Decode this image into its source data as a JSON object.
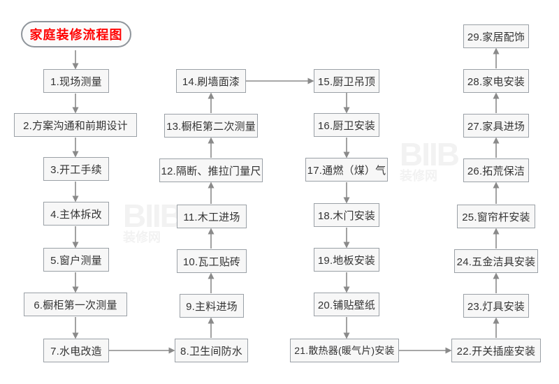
{
  "diagram": {
    "title": "家庭装修流程图",
    "title_color": "#ff0000",
    "box_fill": "#f7f7f7",
    "box_border": "#9aa0a6",
    "arrow_color": "#8a8a8a",
    "watermark": "BIIB.cn 装修网",
    "nodes": [
      {
        "id": "n1",
        "label": "1.现场测量"
      },
      {
        "id": "n2",
        "label": "2.方案沟通和前期设计"
      },
      {
        "id": "n3",
        "label": "3.开工手续"
      },
      {
        "id": "n4",
        "label": "4.主体拆改"
      },
      {
        "id": "n5",
        "label": "5.窗户测量"
      },
      {
        "id": "n6",
        "label": "6.橱柜第一次测量"
      },
      {
        "id": "n7",
        "label": "7.水电改造"
      },
      {
        "id": "n8",
        "label": "8.卫生间防水"
      },
      {
        "id": "n9",
        "label": "9.主料进场"
      },
      {
        "id": "n10",
        "label": "10.瓦工贴砖"
      },
      {
        "id": "n11",
        "label": "11.木工进场"
      },
      {
        "id": "n12",
        "label": "12.隔断、推拉门量尺"
      },
      {
        "id": "n13",
        "label": "13.橱柜第二次测量"
      },
      {
        "id": "n14",
        "label": "14.刷墙面漆"
      },
      {
        "id": "n15",
        "label": "15.厨卫吊顶"
      },
      {
        "id": "n16",
        "label": "16.厨卫安装"
      },
      {
        "id": "n17",
        "label": "17.通燃（煤）气"
      },
      {
        "id": "n18",
        "label": "18.木门安装"
      },
      {
        "id": "n19",
        "label": "19.地板安装"
      },
      {
        "id": "n20",
        "label": "20.铺贴壁纸"
      },
      {
        "id": "n21",
        "label": "21.散热器(暖气片)安装"
      },
      {
        "id": "n22",
        "label": "22.开关插座安装"
      },
      {
        "id": "n23",
        "label": "23.灯具安装"
      },
      {
        "id": "n24",
        "label": "24.五金洁具安装"
      },
      {
        "id": "n25",
        "label": "25.窗帘杆安装"
      },
      {
        "id": "n26",
        "label": "26.拓荒保洁"
      },
      {
        "id": "n27",
        "label": "27.家具进场"
      },
      {
        "id": "n28",
        "label": "28.家电安装"
      },
      {
        "id": "n29",
        "label": "29.家居配饰"
      }
    ],
    "edges": [
      {
        "from": "title",
        "to": "n1",
        "dir": "down"
      },
      {
        "from": "n1",
        "to": "n2",
        "dir": "down"
      },
      {
        "from": "n2",
        "to": "n3",
        "dir": "down"
      },
      {
        "from": "n3",
        "to": "n4",
        "dir": "down"
      },
      {
        "from": "n4",
        "to": "n5",
        "dir": "down"
      },
      {
        "from": "n5",
        "to": "n6",
        "dir": "down"
      },
      {
        "from": "n6",
        "to": "n7",
        "dir": "down"
      },
      {
        "from": "n7",
        "to": "n8",
        "dir": "right"
      },
      {
        "from": "n8",
        "to": "n9",
        "dir": "up"
      },
      {
        "from": "n9",
        "to": "n10",
        "dir": "up"
      },
      {
        "from": "n10",
        "to": "n11",
        "dir": "up"
      },
      {
        "from": "n11",
        "to": "n12",
        "dir": "up"
      },
      {
        "from": "n12",
        "to": "n13",
        "dir": "up"
      },
      {
        "from": "n13",
        "to": "n14",
        "dir": "up"
      },
      {
        "from": "n14",
        "to": "n15",
        "dir": "right"
      },
      {
        "from": "n15",
        "to": "n16",
        "dir": "down"
      },
      {
        "from": "n16",
        "to": "n17",
        "dir": "down"
      },
      {
        "from": "n17",
        "to": "n18",
        "dir": "down"
      },
      {
        "from": "n18",
        "to": "n19",
        "dir": "down"
      },
      {
        "from": "n19",
        "to": "n20",
        "dir": "down"
      },
      {
        "from": "n20",
        "to": "n21",
        "dir": "down"
      },
      {
        "from": "n21",
        "to": "n22",
        "dir": "right"
      },
      {
        "from": "n22",
        "to": "n23",
        "dir": "up"
      },
      {
        "from": "n23",
        "to": "n24",
        "dir": "up"
      },
      {
        "from": "n24",
        "to": "n25",
        "dir": "up"
      },
      {
        "from": "n25",
        "to": "n26",
        "dir": "up"
      },
      {
        "from": "n26",
        "to": "n27",
        "dir": "up"
      },
      {
        "from": "n27",
        "to": "n28",
        "dir": "up"
      },
      {
        "from": "n28",
        "to": "n29",
        "dir": "up"
      }
    ]
  }
}
